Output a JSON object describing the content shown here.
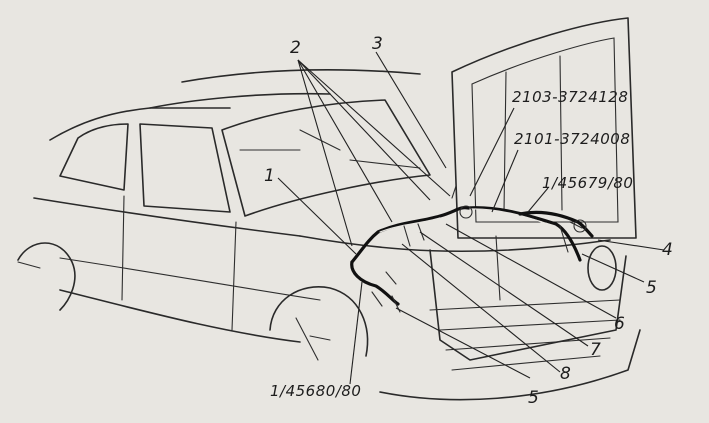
{
  "callouts": {
    "c1": "1",
    "c2": "2",
    "c3": "3",
    "c4": "4",
    "c5a": "5",
    "c5b": "5",
    "c6": "6",
    "c7": "7",
    "c8": "8"
  },
  "part_numbers": {
    "p2103": "2103-3724128",
    "p2101": "2101-3724008",
    "p45679": "1/45679/80",
    "p45680": "1/45680/80"
  }
}
